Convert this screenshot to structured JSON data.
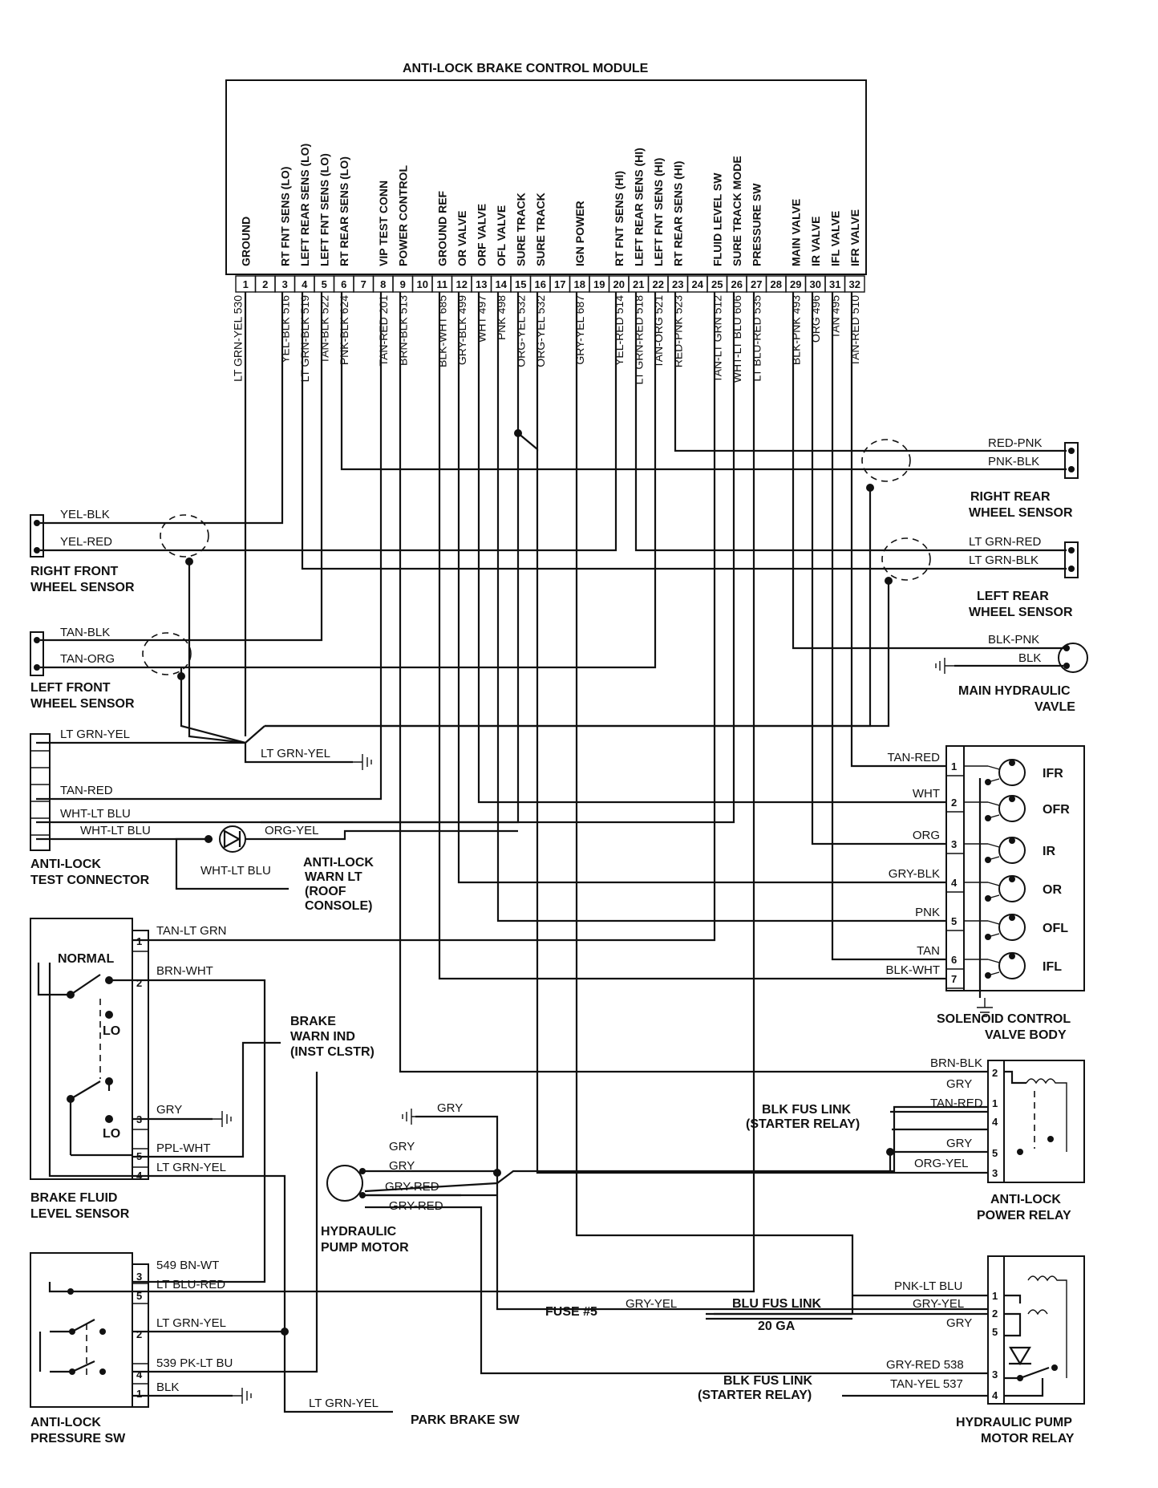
{
  "module": {
    "title": "ANTI-LOCK BRAKE CONTROL MODULE",
    "pins": [
      "1",
      "2",
      "3",
      "4",
      "5",
      "6",
      "7",
      "8",
      "9",
      "10",
      "11",
      "12",
      "13",
      "14",
      "15",
      "16",
      "17",
      "18",
      "19",
      "20",
      "21",
      "22",
      "23",
      "24",
      "25",
      "26",
      "27",
      "28",
      "29",
      "30",
      "31",
      "32"
    ],
    "functions": [
      {
        "pin": 1,
        "text": "GROUND"
      },
      {
        "pin": 3,
        "text": "RT FNT SENS (LO)"
      },
      {
        "pin": 4,
        "text": "LEFT REAR SENS (LO)"
      },
      {
        "pin": 5,
        "text": "LEFT FNT SENS (LO)"
      },
      {
        "pin": 6,
        "text": "RT REAR SENS (LO)"
      },
      {
        "pin": 8,
        "text": "VIP TEST CONN"
      },
      {
        "pin": 9,
        "text": "POWER CONTROL"
      },
      {
        "pin": 11,
        "text": "GROUND REF"
      },
      {
        "pin": 12,
        "text": "OR VALVE"
      },
      {
        "pin": 13,
        "text": "ORF VALVE"
      },
      {
        "pin": 14,
        "text": "OFL VALVE"
      },
      {
        "pin": 15,
        "text": "SURE TRACK"
      },
      {
        "pin": 16,
        "text": "SURE TRACK"
      },
      {
        "pin": 18,
        "text": "IGN POWER"
      },
      {
        "pin": 20,
        "text": "RT FNT SENS (HI)"
      },
      {
        "pin": 21,
        "text": "LEFT REAR SENS (HI)"
      },
      {
        "pin": 22,
        "text": "LEFT FNT SENS (HI)"
      },
      {
        "pin": 23,
        "text": "RT REAR SENS (HI)"
      },
      {
        "pin": 25,
        "text": "FLUID LEVEL SW"
      },
      {
        "pin": 26,
        "text": "SURE TRACK MODE"
      },
      {
        "pin": 27,
        "text": "PRESSURE SW"
      },
      {
        "pin": 29,
        "text": "MAIN VALVE"
      },
      {
        "pin": 30,
        "text": "IR VALVE"
      },
      {
        "pin": 31,
        "text": "IFL VALVE"
      },
      {
        "pin": 32,
        "text": "IFR VALVE"
      }
    ],
    "wires": [
      {
        "pin": 1,
        "text": "LT GRN-YEL 530"
      },
      {
        "pin": 3,
        "text": "YEL-BLK 516"
      },
      {
        "pin": 4,
        "text": "LT GRN-BLK 519"
      },
      {
        "pin": 5,
        "text": "TAN-BLK 522"
      },
      {
        "pin": 6,
        "text": "PNK-BLK 624"
      },
      {
        "pin": 8,
        "text": "TAN-RED 201"
      },
      {
        "pin": 9,
        "text": "BRN-BLK 513"
      },
      {
        "pin": 11,
        "text": "BLK-WHT 685"
      },
      {
        "pin": 12,
        "text": "GRY-BLK 499"
      },
      {
        "pin": 13,
        "text": "WHT 497"
      },
      {
        "pin": 14,
        "text": "PNK 498"
      },
      {
        "pin": 15,
        "text": "ORG-YEL 532"
      },
      {
        "pin": 16,
        "text": "ORG-YEL 532"
      },
      {
        "pin": 18,
        "text": "GRY-YEL 687"
      },
      {
        "pin": 20,
        "text": "YEL-RED 514"
      },
      {
        "pin": 21,
        "text": "LT GRN-RED 518"
      },
      {
        "pin": 22,
        "text": "TAN-ORG 521"
      },
      {
        "pin": 23,
        "text": "RED-PNK 523"
      },
      {
        "pin": 25,
        "text": "TAN-LT GRN 512"
      },
      {
        "pin": 26,
        "text": "WHT-LT BLU 606"
      },
      {
        "pin": 27,
        "text": "LT BLU-RED 535"
      },
      {
        "pin": 29,
        "text": "BLK-PNK 493"
      },
      {
        "pin": 30,
        "text": "ORG 496"
      },
      {
        "pin": 31,
        "text": "TAN 495"
      },
      {
        "pin": 32,
        "text": "TAN-RED 510"
      }
    ]
  },
  "components": {
    "right_front_sensor": {
      "name": [
        "RIGHT FRONT",
        "WHEEL SENSOR"
      ],
      "wires": [
        "YEL-BLK",
        "YEL-RED"
      ]
    },
    "left_front_sensor": {
      "name": [
        "LEFT FRONT",
        "WHEEL SENSOR"
      ],
      "wires": [
        "TAN-BLK",
        "TAN-ORG"
      ]
    },
    "right_rear_sensor": {
      "name": [
        "RIGHT REAR",
        "WHEEL SENSOR"
      ],
      "wires": [
        "RED-PNK",
        "PNK-BLK"
      ]
    },
    "left_rear_sensor": {
      "name": [
        "LEFT REAR",
        "WHEEL SENSOR"
      ],
      "wires": [
        "LT GRN-RED",
        "LT GRN-BLK"
      ]
    },
    "main_hydraulic_valve": {
      "name": [
        "MAIN HYDRAULIC",
        "VAVLE"
      ],
      "wires": [
        "BLK-PNK",
        "BLK"
      ]
    },
    "test_connector": {
      "name": [
        "ANTI-LOCK",
        "TEST CONNECTOR"
      ],
      "wires": [
        "LT GRN-YEL",
        "LT GRN-YEL",
        "TAN-RED",
        "WHT-LT BLU",
        "WHT-LT BLU",
        "ORG-YEL",
        "WHT-LT BLU"
      ]
    },
    "warn_lamp": {
      "name": [
        "ANTI-LOCK",
        "WARN LT",
        "(ROOF",
        "CONSOLE)"
      ]
    },
    "solenoid_body": {
      "name": [
        "SOLENOID CONTROL",
        "VALVE BODY"
      ],
      "pins": [
        "1",
        "2",
        "3",
        "4",
        "5",
        "6",
        "7"
      ],
      "wires": [
        "TAN-RED",
        "WHT",
        "ORG",
        "GRY-BLK",
        "PNK",
        "TAN",
        "BLK-WHT"
      ],
      "valves": [
        "IFR",
        "OFR",
        "IR",
        "OR",
        "OFL",
        "IFL"
      ]
    },
    "fluid_level_sensor": {
      "name": [
        "BRAKE FLUID",
        "LEVEL SENSOR"
      ],
      "pins": [
        "1",
        "2",
        "3",
        "5",
        "4"
      ],
      "wires": [
        "TAN-LT GRN",
        "BRN-WHT",
        "GRY",
        "PPL-WHT",
        "LT GRN-YEL"
      ],
      "states": [
        "NORMAL",
        "LO",
        "LO"
      ]
    },
    "brake_warn": {
      "name": [
        "BRAKE",
        "WARN IND",
        "(INST CLSTR)"
      ]
    },
    "pump_motor": {
      "name": [
        "HYDRAULIC",
        "PUMP MOTOR"
      ],
      "wires": [
        "GRY",
        "GRY",
        "GRY",
        "GRY-RED",
        "GRY-RED"
      ]
    },
    "power_relay": {
      "name": [
        "ANTI-LOCK",
        "POWER RELAY"
      ],
      "pins": [
        "2",
        "1",
        "4",
        "5",
        "3"
      ],
      "wires": [
        "BRN-BLK",
        "GRY",
        "TAN-RED",
        "GRY",
        "ORG-YEL"
      ],
      "fuse_link": [
        "BLK FUS LINK",
        "(STARTER RELAY)"
      ]
    },
    "pressure_sw": {
      "name": [
        "ANTI-LOCK",
        "PRESSURE SW"
      ],
      "pins": [
        "3",
        "5",
        "2",
        "4",
        "1"
      ],
      "wires": [
        "549 BN-WT",
        "LT BLU-RED",
        "LT GRN-YEL",
        "539 PK-LT BU",
        "BLK"
      ]
    },
    "park_brake": {
      "wire": "LT GRN-YEL",
      "name": "PARK BRAKE SW"
    },
    "pump_relay": {
      "name": [
        "HYDRAULIC PUMP",
        "MOTOR RELAY"
      ],
      "pins": [
        "1",
        "2",
        "5",
        "3",
        "4"
      ],
      "wires": [
        "PNK-LT BLU",
        "GRY-YEL",
        "GRY",
        "GRY-RED 538",
        "TAN-YEL 537"
      ],
      "fuse": "FUSE #5",
      "fuse_wire": "GRY-YEL",
      "fus_link": "BLU FUS LINK",
      "gauge": "20 GA",
      "fuse_link2": [
        "BLK FUS LINK",
        "(STARTER RELAY)"
      ]
    }
  }
}
